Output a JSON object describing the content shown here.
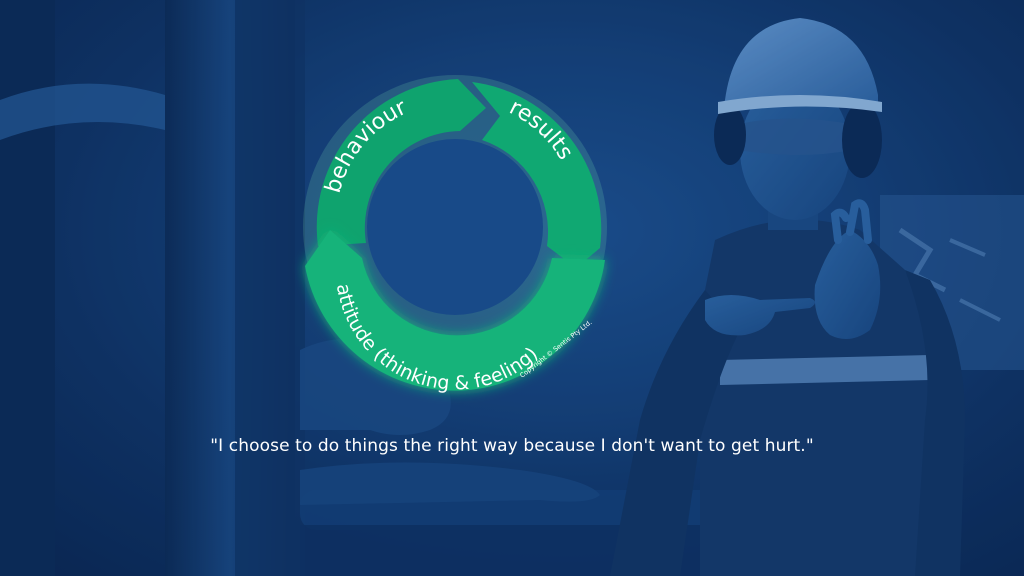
{
  "cycle": {
    "segments": [
      {
        "label": "behaviour"
      },
      {
        "label": "results"
      },
      {
        "label": "attitude (thinking & feeling)"
      }
    ],
    "copyright": "Copyright © Sentis Pty Ltd.",
    "segment_color": "#0fa36e",
    "glow_color": "#7de8b5"
  },
  "caption": {
    "quote": "\"I choose to do things the right way because I don't want to get hurt.\""
  },
  "colors": {
    "background": "#16437d",
    "text": "#ffffff"
  }
}
